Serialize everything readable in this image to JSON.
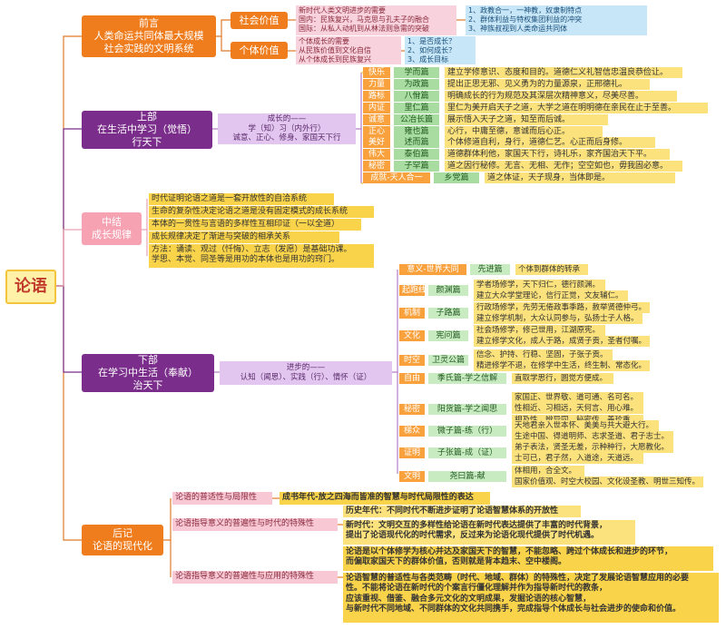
{
  "root": "论语",
  "intro": {
    "title": "前言",
    "lines": [
      "人类命运共同体最大规模",
      "社会实践的文明系统"
    ],
    "social": {
      "label": "社会价值",
      "items": [
        "新时代人类文明进步的需要",
        "国内：民族复兴，马克思与孔夫子的融合",
        "国际：从私人动机到从林法则急需的突破"
      ],
      "sub": [
        "1、政教合一，一神教，奴隶制特点",
        "2、群体利益与特权集团利益的冲突",
        "3、神族叔视到人类命运共同体"
      ]
    },
    "personal": {
      "label": "个体价值",
      "items": [
        "个体成长的需要",
        "从民族价值到文化自信",
        "从个体成长到民族复兴"
      ],
      "sub": [
        "1、是否成长？",
        "2、如何成长？",
        "3、成长目标"
      ]
    }
  },
  "part1": {
    "title": "上部",
    "lines": [
      "在生活中学习（觉悟）",
      "行天下"
    ],
    "mid": [
      "成长的——",
      "学（知）习（内外行）",
      "诚意、正心、修身、家国天下行"
    ],
    "rows": [
      {
        "a": "快乐",
        "b": "学而篇",
        "c": "建立学修意识、态度和目的。道德仁义礼智信忠温良恭俭让。"
      },
      {
        "a": "力量",
        "b": "为政篇",
        "c": "提出正思无邪、见义勇为的力量源泉，正邢德礼。"
      },
      {
        "a": "路标",
        "b": "八佾篇",
        "c": "明确成长的行为规范及其深层次精神意义，尽美尽善。"
      },
      {
        "a": "内证",
        "b": "里仁篇",
        "c": "里仁为美开启天子之道，大学之道在明明德在亲民在止于至善。"
      },
      {
        "a": "诚意",
        "b": "公冶长篇",
        "c": "展示悟入天子之道，知至而后诚。"
      },
      {
        "a": "正心",
        "b": "雍也篇",
        "c": "心行，中庸至德，意诚而后心正。"
      },
      {
        "a": "美好",
        "b": "述而篇",
        "c": "个体修道自利，身行，道德仁艺。心正而后身修。"
      },
      {
        "a": "伟大",
        "b": "泰伯篇",
        "c": "道德群体利他，家国天下行，诗礼乐，家齐国治天下平。"
      },
      {
        "a": "秘密",
        "b": "子罕篇",
        "c": "道之因行秘修。无言、无相、无作；空空如也，毋我固必意。"
      },
      {
        "a": "成就-天人合一",
        "b": "乡党篇",
        "c": "道之体证，天子现身，当体即是。"
      }
    ]
  },
  "mid": {
    "title": "中结",
    "sub": "成长规律",
    "items": [
      "时代证明论语之道是一套开放性的自洽系统",
      "生命的复杂性决定论语之道是没有固定模式的成长系统",
      "本体的一贯性与言语的多样性互相印证（一以全道）",
      "成长规律决定了渐进与突破的相承关系"
    ],
    "method": [
      "方法：诵读、观过（忏悔）、立志（发愿）是基础功课。",
      "学思、本觉、同圣等是用功的本体也是用功的窍门。"
    ]
  },
  "part2": {
    "title": "下部",
    "lines": [
      "在学习中生活（奉献）",
      "治天下"
    ],
    "mid": [
      "进步的——",
      "认知（闻思）、实践（行）、情怀（证）"
    ],
    "groups": [
      {
        "a": "意义-世界大同",
        "b": "先进篇",
        "c": [
          "个体到群体的转承"
        ]
      },
      {
        "a": "起跑线",
        "b": "颜渊篇",
        "c": [
          "学者场修学，天下归仁，德行颜渊。",
          "建立大众学堂理论，信行正觉，文友辅仁。"
        ]
      },
      {
        "a": "机制",
        "b": "子路篇",
        "c": [
          "行政场修学，先劳无倦政事季路，赦举贤德仲弓。",
          "建立修学机制，大众认同参与，弘扬士子人格。"
        ]
      },
      {
        "a": "文化",
        "b": "宪问篇",
        "c": [
          "社会场修学，修己世用，江湖原宪。",
          "建立修学文化，成人于路，成贤子贡，圣者付嘱。"
        ]
      },
      {
        "a": "时空",
        "b": "卫灵公篇",
        "c": [
          "信念、护持、行稳、坚固，子张子贡。",
          "精进修学不退，在修学中生活，终生制、常态化。"
        ]
      },
      {
        "a": "自由",
        "b": "季氏篇-学之信解",
        "c": [
          "直取学思行，圆觉方便成。"
        ]
      },
      {
        "a": "秘密",
        "b": "阳货篇-学之闻思",
        "c": [
          "家国正、世界敬、道可通、名可名。",
          "性相近、习相远，天何言、用心难。",
          "相及性、辨异同、秘密传、善珍重。"
        ]
      },
      {
        "a": "梯众",
        "b": "微子篇-练（行）",
        "c": [
          "天地君亲入世本怀、美美与共大避大行。",
          "生途中国、得道明师、志求圣道、君子志士。"
        ]
      },
      {
        "a": "证明",
        "b": "子张篇-成（证）",
        "c": [
          "弟子表法，贤圣无差，示种种行，大愿教化。",
          "士可已，君子然，入道途，天道远。"
        ]
      },
      {
        "a": "文明",
        "b": "尧曰篇-献",
        "c": [
          "体相用，合全文。",
          "国家价值观、时空大校园、文化设圣教、明世三知传。"
        ]
      }
    ]
  },
  "post": {
    "title": "后记",
    "sub": "论语的现代化",
    "r1": {
      "label": "论语的普适性与局限性",
      "text": "成书年代-放之四海而皆准的智慧与时代局限性的表达"
    },
    "r2": {
      "label": "论语指导意义的普遍性与时代的特殊性",
      "t1": "历史年代：不同时代不断进步证明了论语智慧体系的开放性",
      "t2": [
        "新时代：文明交互的多样性给论语在新时代表达提供了丰富的时代背景，",
        "提出了论语现代化的时代需求，反过来为论语化现代提供了时代机遇。"
      ]
    },
    "r3": {
      "label": "论语指导意义的普遍性与应用的特殊性",
      "t1": [
        "论语是以个体修学为核心并达及家国天下的智慧，不能忽略、跨过个体成长和进步的环节，",
        "而偏取家国天下的群体价值，否则就是背本趋末、空中楼阁。"
      ],
      "t2": [
        "论语智慧的普适性与各类范畴（时代、地域、群体）的特殊性，决定了发展论语智慧应用的必要",
        "性。不能将论语在新时代的个案言行僵化理解并作为指导新时代的教条，",
        "应该重视、借鉴、融合多元文化的文明成果，发掘论语的核心智慧，",
        "与新时代不同地域、不同群体的文化共同携手，完成指导个体成长与社会进步的使命和价值。"
      ]
    }
  }
}
